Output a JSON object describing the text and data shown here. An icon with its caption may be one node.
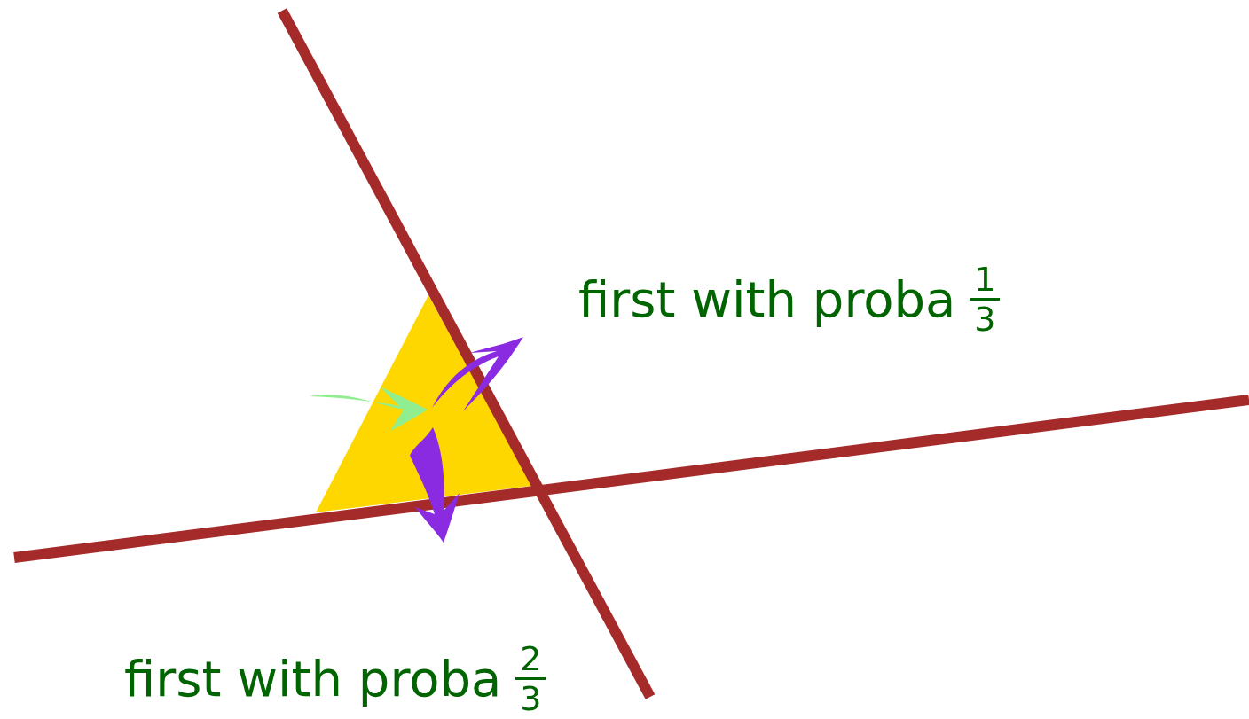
{
  "diagram": {
    "labels": [
      "first with proba",
      "1",
      "3",
      "first with proba",
      "2",
      "3"
    ]
  }
}
